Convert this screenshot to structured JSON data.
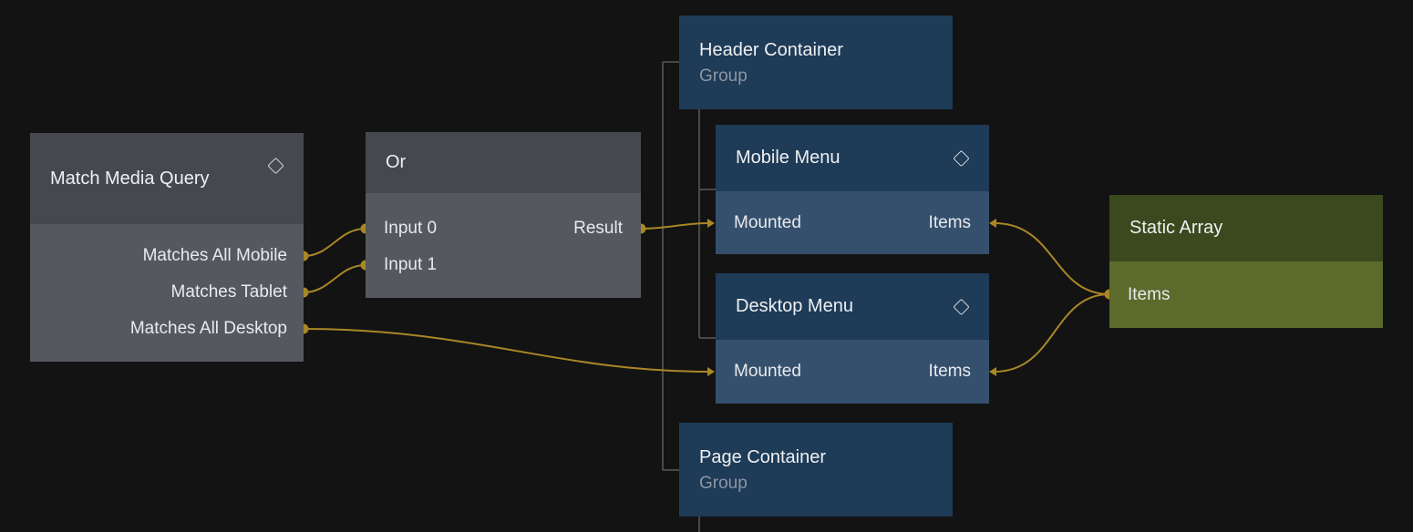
{
  "colors": {
    "background": "#131313",
    "gray_header": "#46484f",
    "gray_body": "#565860",
    "blue_header": "#1e3b57",
    "blue_body": "#35506d",
    "green_header": "#3a491e",
    "green_body": "#5c6a2c",
    "wire": "#a98726",
    "tree_line": "#5a5a5a",
    "subtitle": "#8d96a4",
    "text": "#e9eaec"
  },
  "nodes": {
    "match_media_query": {
      "title": "Match Media Query",
      "outputs": [
        "Matches All Mobile",
        "Matches Tablet",
        "Matches All Desktop"
      ]
    },
    "or": {
      "title": "Or",
      "inputs": [
        "Input 0",
        "Input 1"
      ],
      "outputs": [
        "Result"
      ]
    },
    "header_container": {
      "title": "Header Container",
      "subtitle": "Group"
    },
    "mobile_menu": {
      "title": "Mobile Menu",
      "inputs": [
        "Mounted",
        "Items"
      ]
    },
    "desktop_menu": {
      "title": "Desktop Menu",
      "inputs": [
        "Mounted",
        "Items"
      ]
    },
    "page_container": {
      "title": "Page Container",
      "subtitle": "Group"
    },
    "static_array": {
      "title": "Static Array",
      "outputs": [
        "Items"
      ]
    }
  },
  "connections": [
    {
      "from": "Match Media Query.Matches All Mobile",
      "to": "Or.Input 0"
    },
    {
      "from": "Match Media Query.Matches Tablet",
      "to": "Or.Input 1"
    },
    {
      "from": "Match Media Query.Matches All Desktop",
      "to": "Desktop Menu.Mounted"
    },
    {
      "from": "Or.Result",
      "to": "Mobile Menu.Mounted"
    },
    {
      "from": "Static Array.Items",
      "to": "Mobile Menu.Items"
    },
    {
      "from": "Static Array.Items",
      "to": "Desktop Menu.Items"
    }
  ]
}
